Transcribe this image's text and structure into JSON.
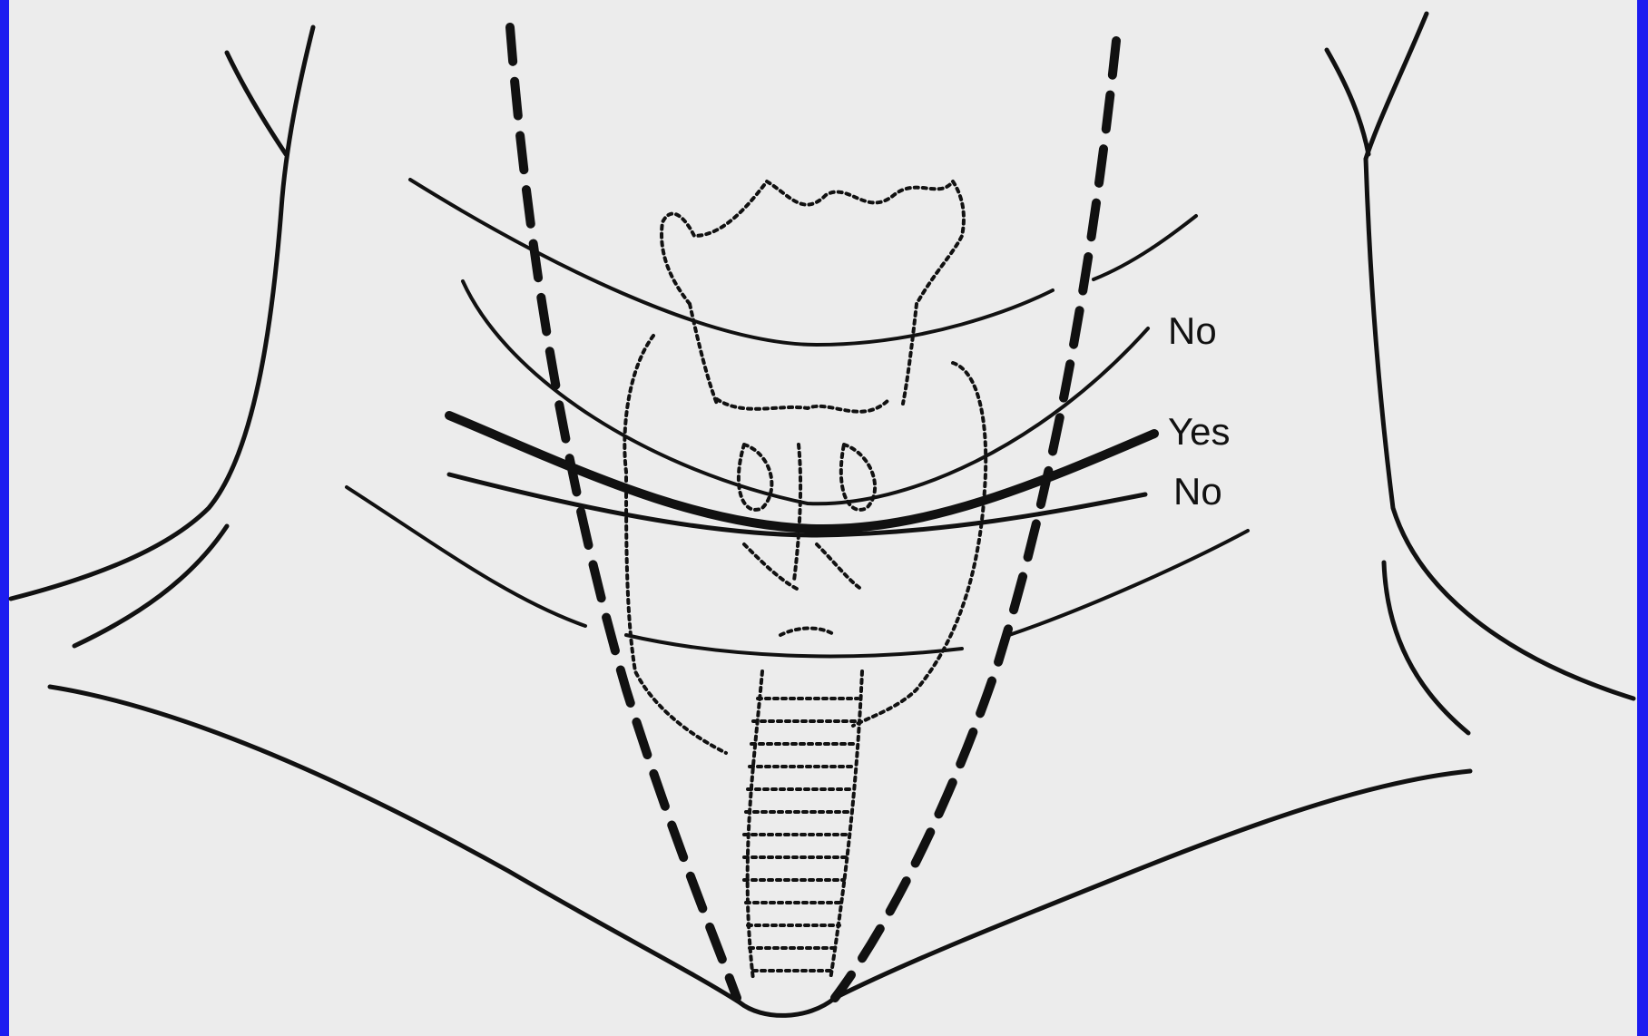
{
  "diagram": {
    "labels": {
      "upper": "No",
      "middle": "Yes",
      "lower": "No"
    },
    "colors": {
      "background": "#1d1df0",
      "paper": "#ececec",
      "ink": "#111111"
    }
  }
}
